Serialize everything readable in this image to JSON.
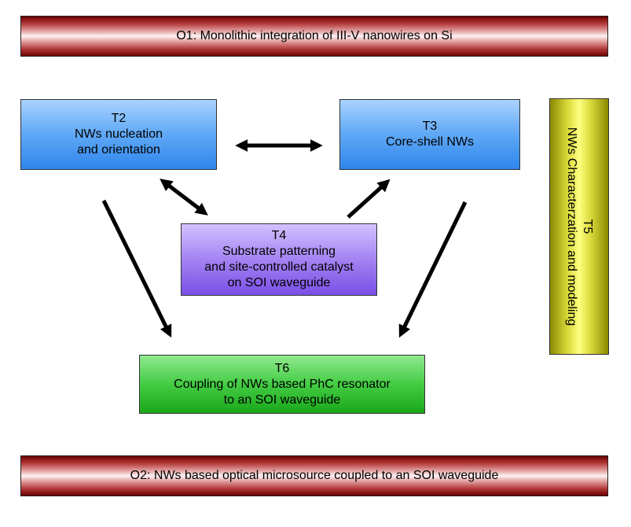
{
  "banners": {
    "o1": "O1: Monolithic integration of III-V nanowires on Si",
    "o2": "O2: NWs based optical microsource coupled to an SOI waveguide"
  },
  "t2": {
    "id": "T2",
    "line1": "NWs nucleation",
    "line2": "and orientation"
  },
  "t3": {
    "id": "T3",
    "line1": "Core-shell NWs"
  },
  "t4": {
    "id": "T4",
    "line1": "Substrate patterning",
    "line2": "and site-controlled catalyst",
    "line3": "on SOI waveguide"
  },
  "t5": {
    "id": "T5",
    "line1": "NWs Characterzation and modeling"
  },
  "t6": {
    "id": "T6",
    "line1": "Coupling of NWs based PhC resonator",
    "line2": "to an SOI waveguide"
  },
  "colors": {
    "banner": "#8b0000",
    "t2_t3": "#3d8ff0",
    "t4": "#8a63ec",
    "t5": "#e0e040",
    "t6": "#2cb82c",
    "arrow": "#000000"
  }
}
